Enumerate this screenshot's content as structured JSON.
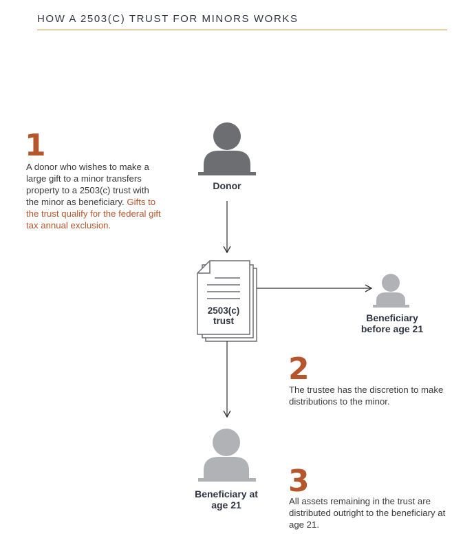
{
  "title": "HOW A 2503(C) TRUST FOR MINORS WORKS",
  "colors": {
    "accent": "#b5562c",
    "rule": "#b8903a",
    "donor_icon": "#6d6e72",
    "beneficiary_icon": "#b1b2b5",
    "text": "#3a3a3a"
  },
  "nodes": {
    "donor": "Donor",
    "trust_line1": "2503(c)",
    "trust_line2": "trust",
    "beneficiary_before_line1": "Beneficiary",
    "beneficiary_before_line2": "before age 21",
    "beneficiary_at_line1": "Beneficiary at",
    "beneficiary_at_line2": "age 21"
  },
  "steps": [
    {
      "number": "1",
      "text": "A donor who wishes to make a large gift to a minor transfers property to a 2503(c) trust with the minor as beneficiary.",
      "highlight": "Gifts to the trust qualify for the federal gift tax annual exclusion."
    },
    {
      "number": "2",
      "text": "The trustee has the discretion to make distributions to the minor."
    },
    {
      "number": "3",
      "text": "All assets remaining in the trust are distributed outright to the beneficiary at age 21."
    }
  ],
  "icons": {
    "donor": "person-icon",
    "trust": "document-stack-icon",
    "beneficiary_before": "person-icon",
    "beneficiary_at": "person-icon"
  }
}
